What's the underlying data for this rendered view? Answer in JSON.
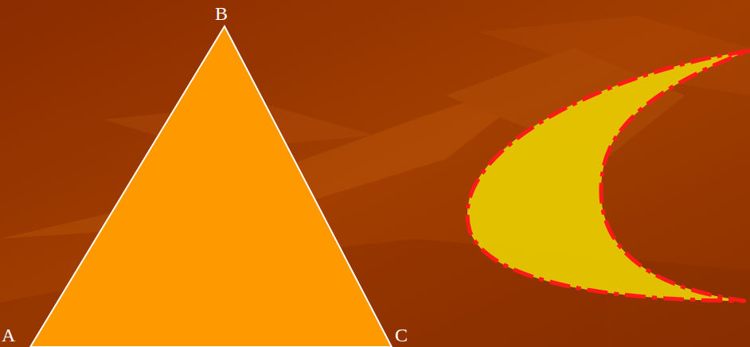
{
  "diagram": {
    "labels": [
      "B",
      "A",
      "C"
    ]
  }
}
